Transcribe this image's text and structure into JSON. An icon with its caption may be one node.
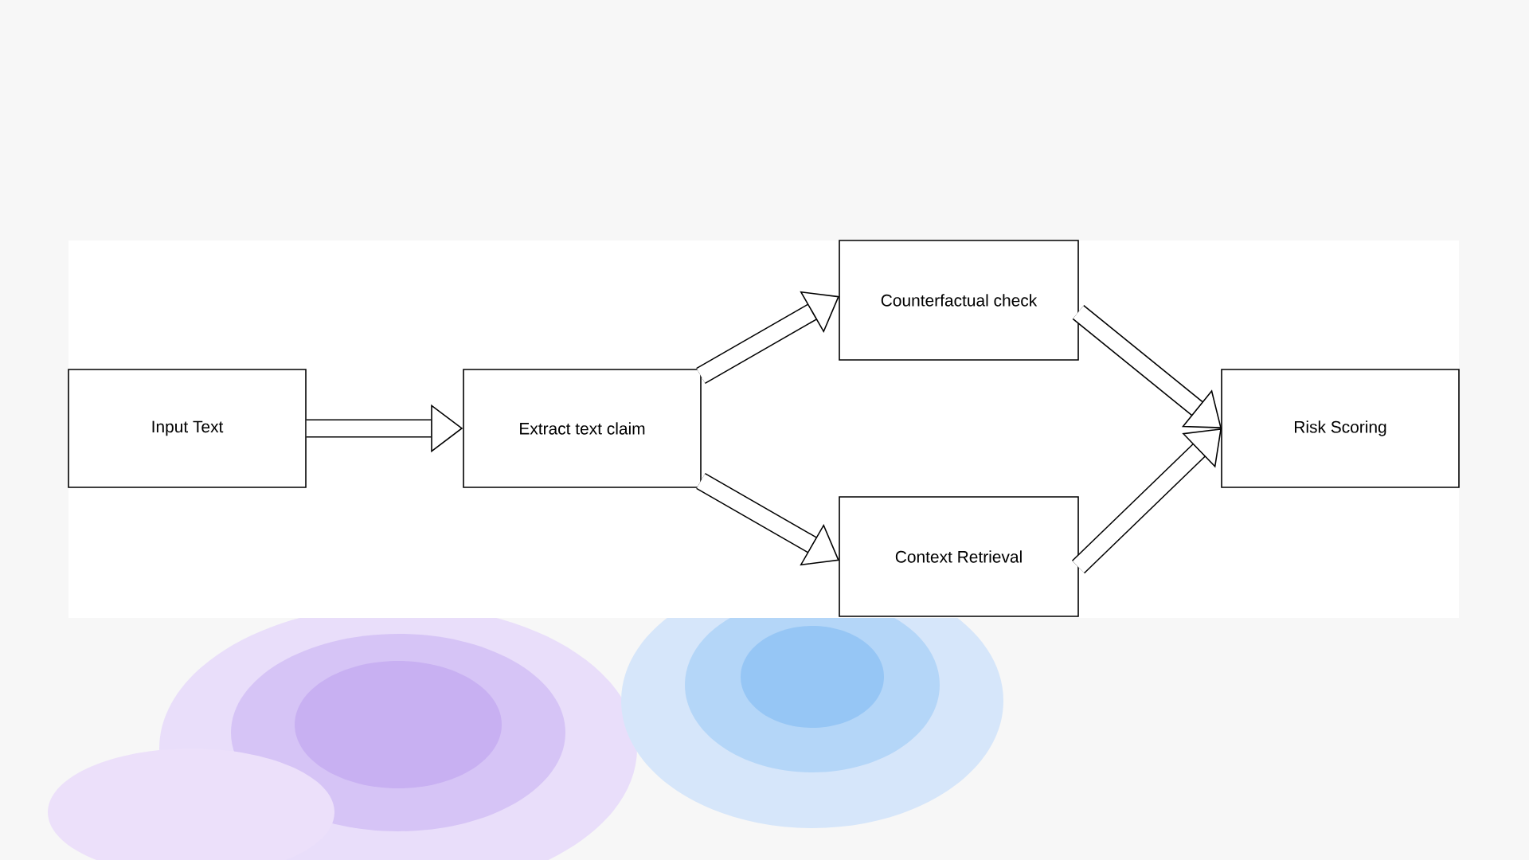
{
  "diagram": {
    "nodes": [
      {
        "text": [
          "Input Text"
        ]
      },
      {
        "text": [
          "Extract text claim"
        ]
      },
      {
        "text": [
          "Counterfactual check"
        ]
      },
      {
        "text": [
          "Context Retrieval"
        ]
      },
      {
        "text": [
          "Risk Scoring"
        ]
      }
    ],
    "edges": [
      {
        "from": 0,
        "to": 1,
        "arrow": "to"
      },
      {
        "from": 1,
        "to": 2,
        "arrow": "to"
      },
      {
        "from": 1,
        "to": 3,
        "arrow": "to"
      },
      {
        "from": 2,
        "to": 4,
        "arrow": "to"
      },
      {
        "from": 3,
        "to": 4,
        "arrow": "to"
      }
    ]
  }
}
